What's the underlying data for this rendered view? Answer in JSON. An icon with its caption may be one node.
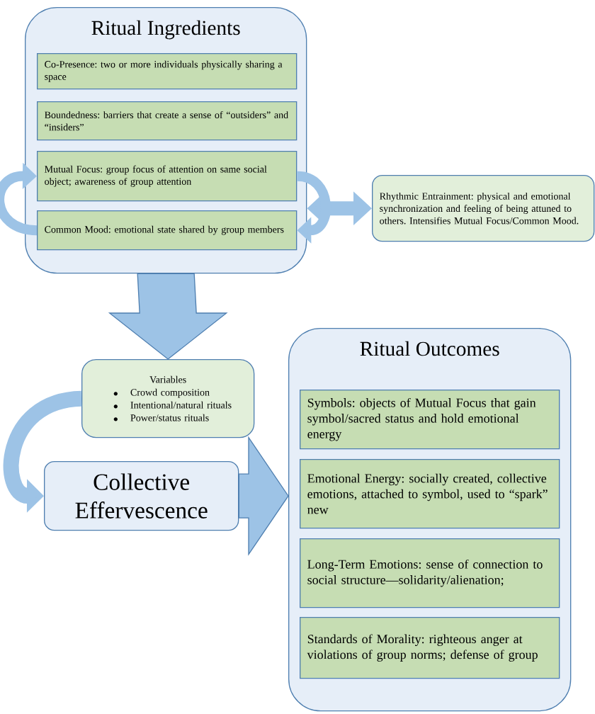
{
  "diagram": {
    "nodes": [
      {
        "text": [
          "Ritual Ingredients"
        ]
      },
      {
        "text": [
          "Co-Presence: two or more individuals physically sharing a space"
        ],
        "in": 0
      },
      {
        "text": [
          "Boundedness: barriers that create a sense of “outsiders” and “insiders”"
        ],
        "in": 0
      },
      {
        "text": [
          "Mutual Focus: group focus of attention on same social object; awareness of group attention"
        ],
        "in": 0
      },
      {
        "text": [
          "Common Mood: emotional state shared by group members"
        ],
        "in": 0
      },
      {
        "text": [
          "Rhythmic Entrainment: physical and emotional synchronization and feeling of being attuned to others. Intensifies Mutual Focus/Common Mood."
        ]
      },
      {
        "text": [
          "Variables",
          "Crowd composition",
          "Intentional/natural rituals",
          "Power/status rituals"
        ]
      },
      {
        "text": [
          "Collective Effervescence"
        ]
      },
      {
        "text": [
          "Ritual Outcomes"
        ]
      },
      {
        "text": [
          "Symbols: objects of Mutual Focus that gain symbol/sacred status and hold emotional energy"
        ],
        "in": 8
      },
      {
        "text": [
          "Emotional Energy: socially created, collective emotions, attached to symbol, used to “spark” new"
        ],
        "in": 8
      },
      {
        "text": [
          "Long-Term Emotions: sense of connection to social structure—solidarity/alienation;"
        ],
        "in": 8
      },
      {
        "text": [
          "Standards of Morality: righteous anger at violations of group norms; defense of group"
        ],
        "in": 8
      }
    ],
    "edges": [
      {
        "from": 0,
        "to": 6,
        "arrow": "to",
        "style": "thick"
      },
      {
        "from": 6,
        "to": 7,
        "arrow": "to"
      },
      {
        "from": 7,
        "to": 8,
        "arrow": "to",
        "style": "thick"
      },
      {
        "from": 5,
        "to": 0,
        "arrow": "both"
      },
      {
        "from": 4,
        "to": 3,
        "arrow": "to"
      },
      {
        "from": 3,
        "to": 4,
        "arrow": "to"
      }
    ]
  }
}
